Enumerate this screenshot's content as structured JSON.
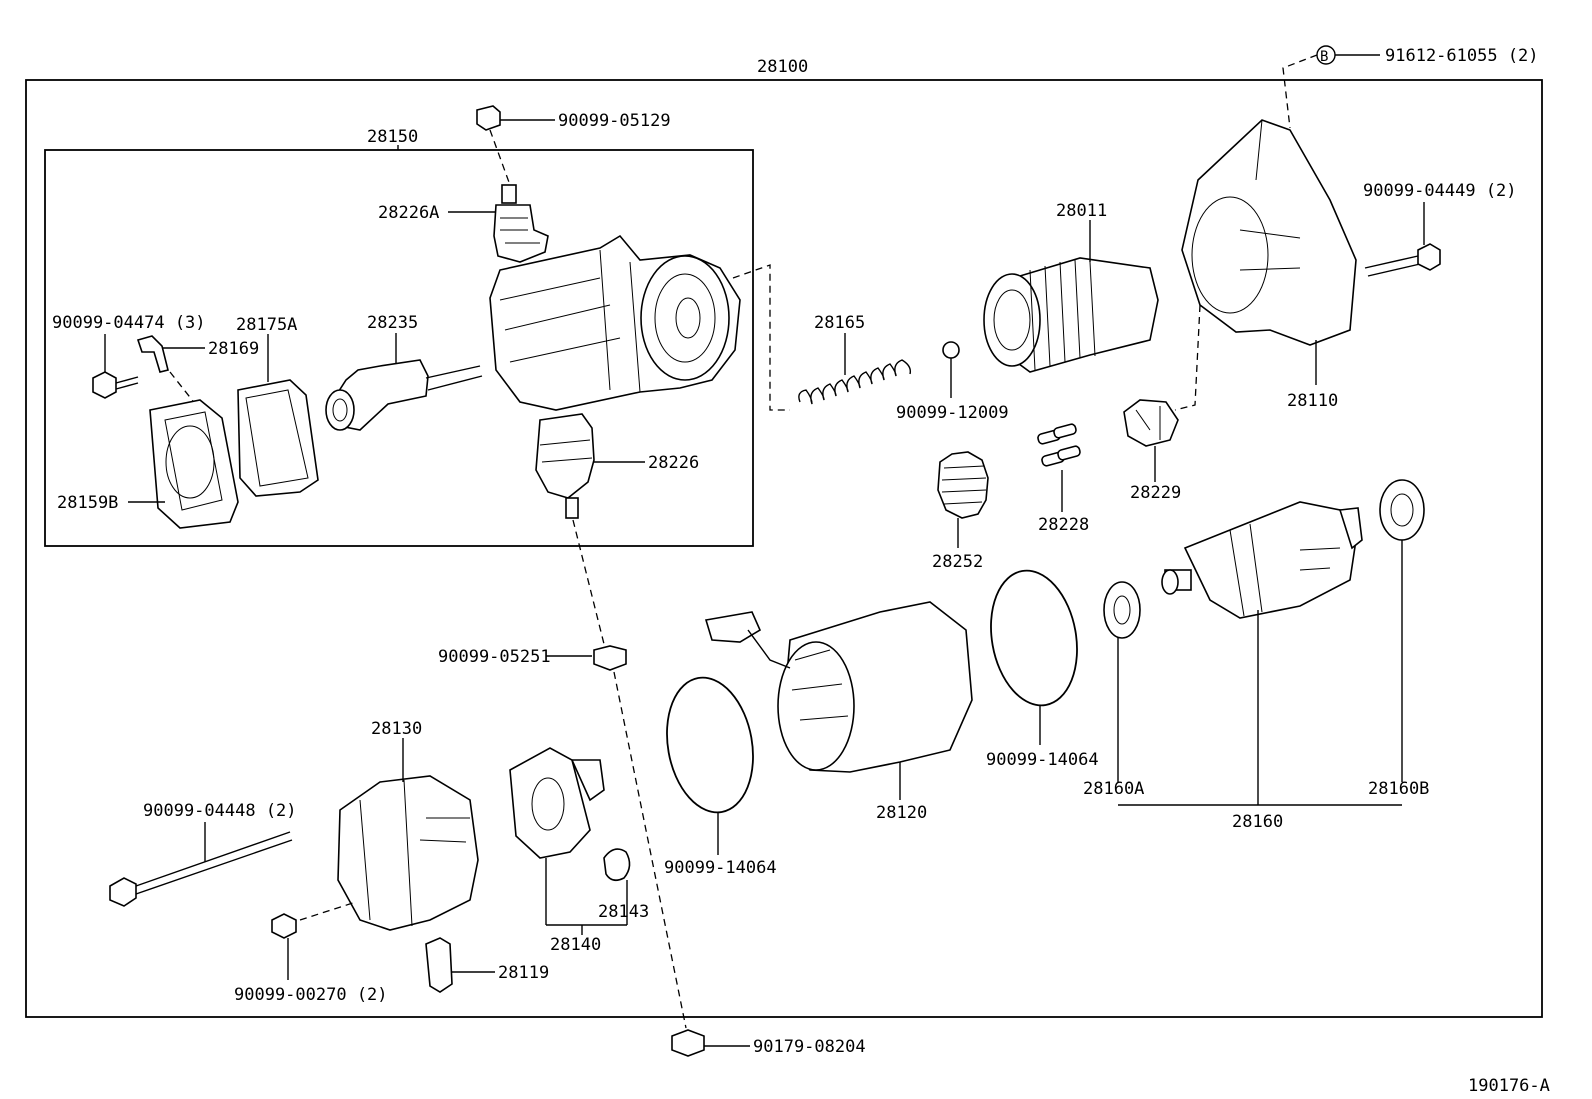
{
  "assembly": {
    "main": "28100",
    "sub": "28150",
    "diagram_code": "190176-A"
  },
  "callout_b": {
    "letter": "B",
    "part": "91612-61055 (2)"
  },
  "labels": {
    "p28226A": "28226A",
    "p90099_05129": "90099-05129",
    "p90099_04474": "90099-04474 (3)",
    "p28175A": "28175A",
    "p28169": "28169",
    "p28235": "28235",
    "p28159B": "28159B",
    "p28226": "28226",
    "p28165": "28165",
    "p90099_12009": "90099-12009",
    "p28011": "28011",
    "p28110": "28110",
    "p90099_04449": "90099-04449 (2)",
    "p28228": "28228",
    "p28229": "28229",
    "p28252": "28252",
    "p90099_05251": "90099-05251",
    "p28130": "28130",
    "p90099_04448": "90099-04448 (2)",
    "p90099_00270": "90099-00270 (2)",
    "p28119": "28119",
    "p28140": "28140",
    "p28143": "28143",
    "p90099_14064_a": "90099-14064",
    "p28120": "28120",
    "p90099_14064_b": "90099-14064",
    "p28160A": "28160A",
    "p28160": "28160",
    "p28160B": "28160B",
    "p90179_08204": "90179-08204"
  }
}
